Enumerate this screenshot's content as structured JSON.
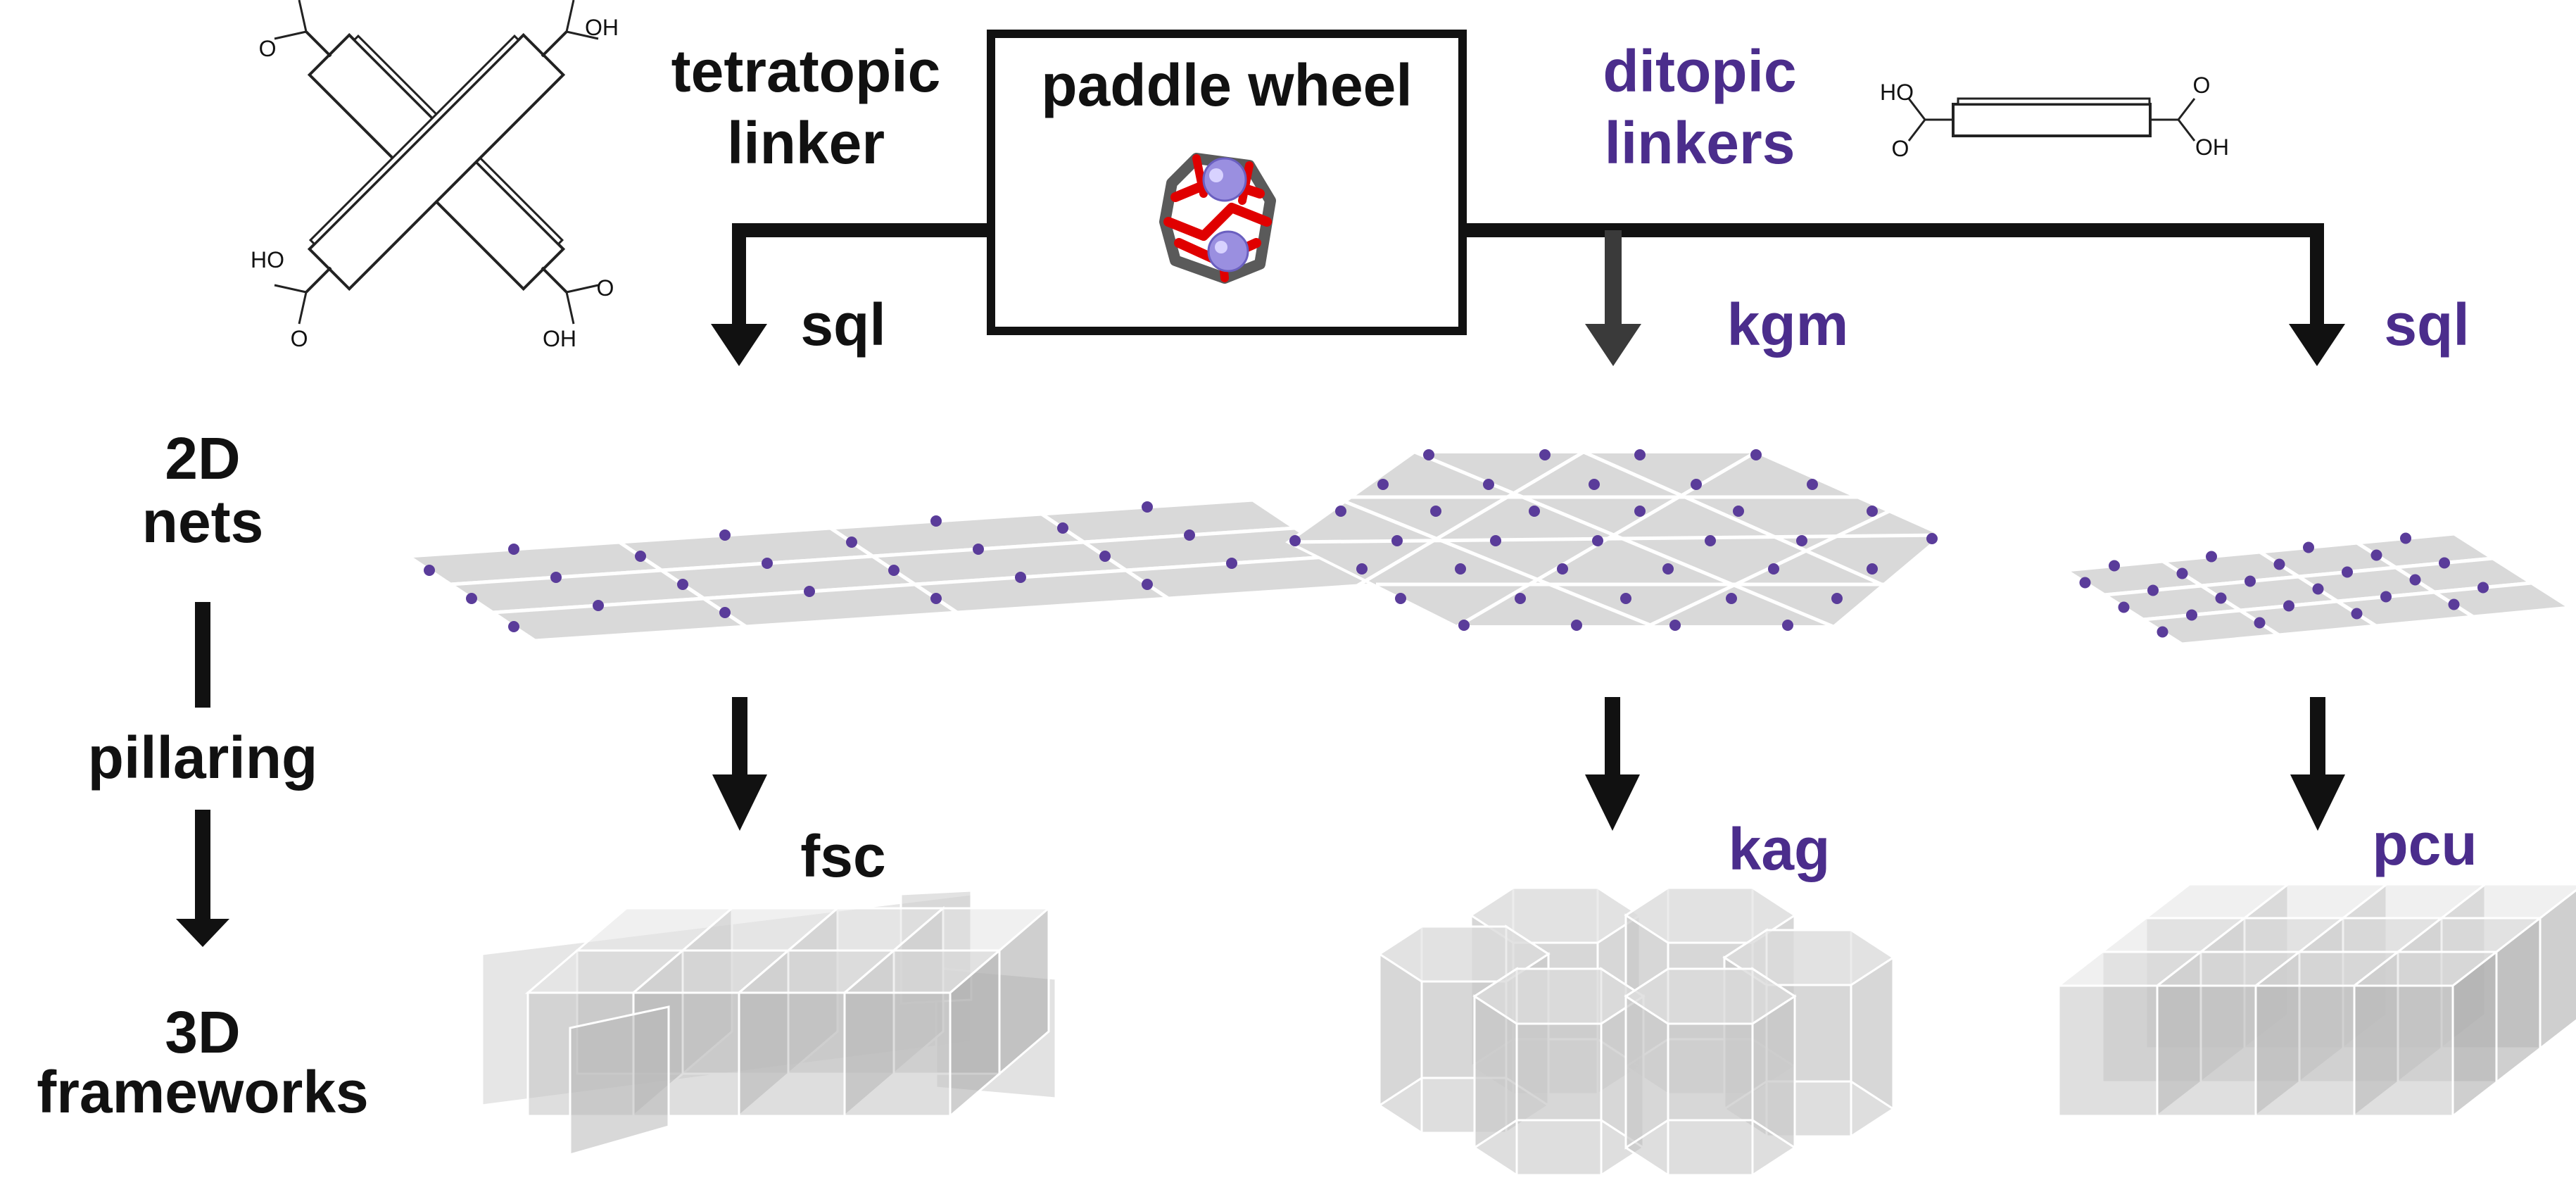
{
  "colors": {
    "black_text": "#111111",
    "purple_text": "#4b2d8c",
    "node": "#5a3c9a",
    "plane": "#d9d9d9",
    "plane_stroke": "#ffffff",
    "arrow": "#111111",
    "arrow_grey": "#3a3a3a",
    "box3d_fill": "#bdbdbd",
    "box3d_stroke": "#ffffff",
    "oxygen_red": "#e00000",
    "metal_lavender": "#9a8fe0",
    "carbon_grey": "#5a5a5a"
  },
  "icons": {
    "tetratopic_molecule": "tetracarboxylic-acid-x-structure-icon",
    "ditopic_molecule": "dicarboxylic-acid-bar-structure-icon",
    "paddle_wheel": "cu-paddle-wheel-cluster-icon"
  },
  "header": {
    "tetratopic": {
      "line1": "tetratopic",
      "line2": "linker"
    },
    "paddle_wheel": "paddle wheel",
    "ditopic": {
      "line1": "ditopic",
      "line2": "linkers"
    }
  },
  "chem": {
    "ho": "HO",
    "oh": "OH",
    "o": "O"
  },
  "side": {
    "nets_line1": "2D",
    "nets_line2": "nets",
    "pillaring": "pillaring",
    "fw_line1": "3D",
    "fw_line2": "frameworks"
  },
  "columns": [
    {
      "net_label": "sql",
      "framework_label": "fsc"
    },
    {
      "net_label": "kgm",
      "framework_label": "kag"
    },
    {
      "net_label": "sql",
      "framework_label": "pcu"
    }
  ]
}
